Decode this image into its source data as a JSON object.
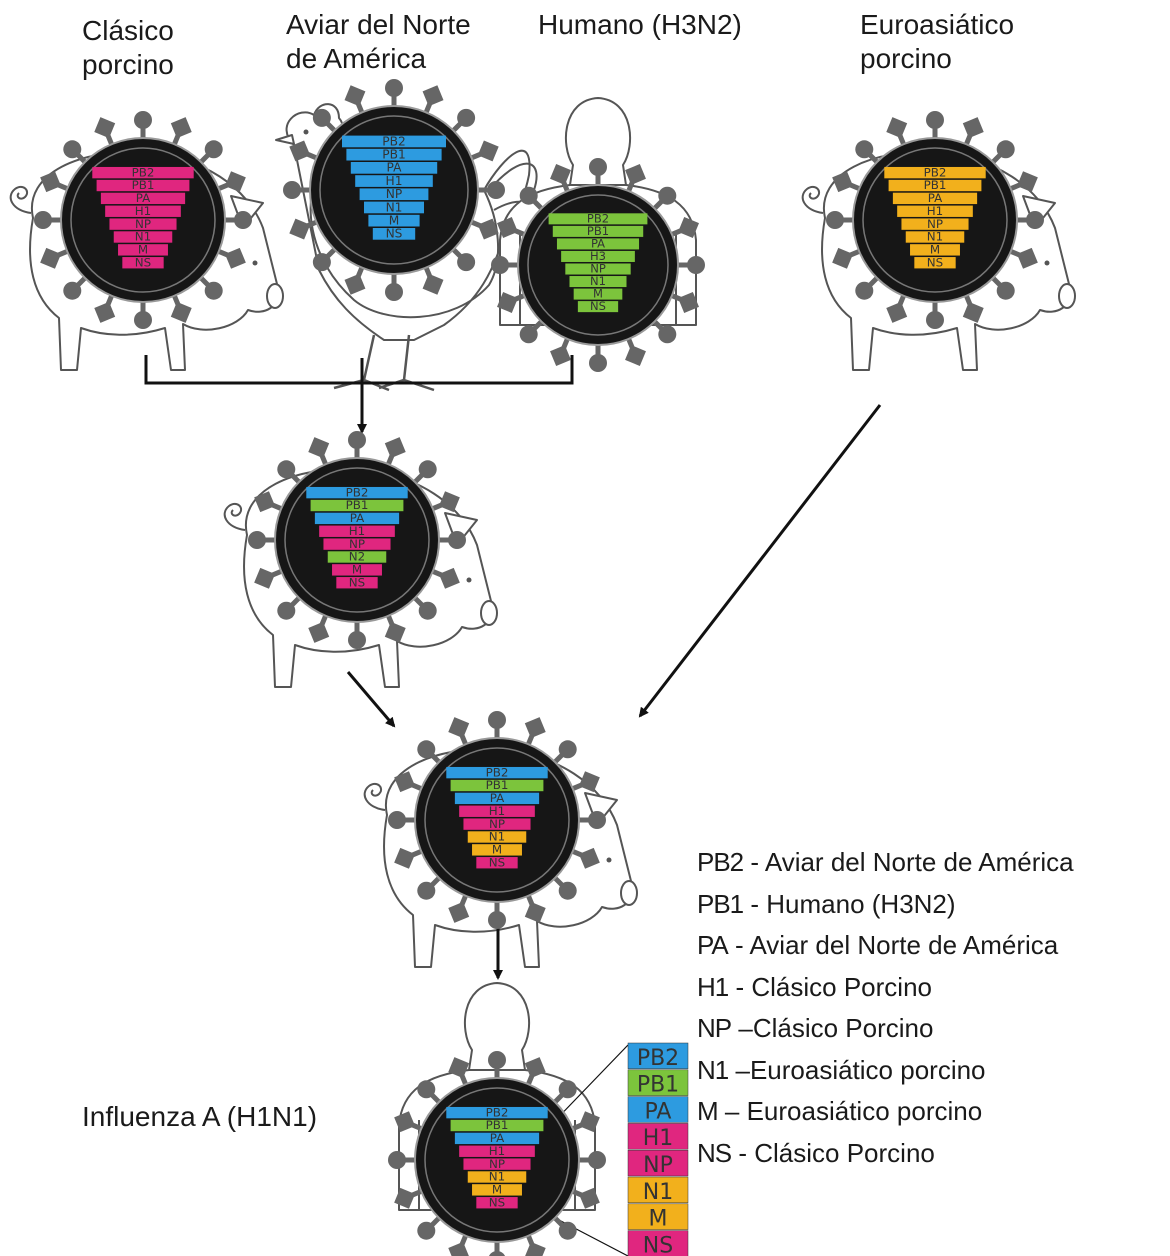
{
  "colors": {
    "avian_blue": "#2d9be0",
    "human_green": "#7cc43c",
    "classical_pink": "#e0267f",
    "eurasian_yellow": "#f2b01c",
    "capsid": "#161616",
    "spike": "#666666"
  },
  "titles": {
    "clasico": "Clásico\nporcino",
    "aviar": "Aviar del Norte\nde América",
    "humano": "Humano (H3N2)",
    "euro": "Euroasiático\nporcino",
    "result": "Influenza A (H1N1)"
  },
  "segments": [
    "PB2",
    "PB1",
    "PA",
    "H1",
    "NP",
    "N1",
    "M",
    "NS"
  ],
  "human_segments": [
    "PB2",
    "PB1",
    "PA",
    "H3",
    "NP",
    "N1",
    "M",
    "NS"
  ],
  "triple_segments": [
    "PB2",
    "PB1",
    "PA",
    "H1",
    "NP",
    "N2",
    "M",
    "NS"
  ],
  "legend": [
    {
      "code": "PB2",
      "sep": " - ",
      "origin": "Aviar del Norte de América",
      "color": "avian_blue"
    },
    {
      "code": "PB1",
      "sep": " - ",
      "origin": "Humano (H3N2)",
      "color": "human_green"
    },
    {
      "code": "PA",
      "sep": " - ",
      "origin": "Aviar del Norte de América",
      "color": "avian_blue"
    },
    {
      "code": "H1",
      "sep": " - ",
      "origin": "Clásico Porcino",
      "color": "classical_pink"
    },
    {
      "code": "NP",
      "sep": " –",
      "origin": "Clásico Porcino",
      "color": "classical_pink"
    },
    {
      "code": "N1",
      "sep": " –",
      "origin": "Euroasiático porcino",
      "color": "eurasian_yellow"
    },
    {
      "code": "M",
      "sep": " – ",
      "origin": "Euroasiático porcino",
      "color": "eurasian_yellow"
    },
    {
      "code": "NS",
      "sep": " - ",
      "origin": "Clásico Porcino",
      "color": "classical_pink"
    }
  ],
  "virions": [
    {
      "id": "clasico",
      "host": "pig",
      "segments": [
        "PB2",
        "PB1",
        "PA",
        "H1",
        "NP",
        "N1",
        "M",
        "NS"
      ],
      "colors": [
        "classical_pink",
        "classical_pink",
        "classical_pink",
        "classical_pink",
        "classical_pink",
        "classical_pink",
        "classical_pink",
        "classical_pink"
      ]
    },
    {
      "id": "aviar",
      "host": "rooster",
      "segments": [
        "PB2",
        "PB1",
        "PA",
        "H1",
        "NP",
        "N1",
        "M",
        "NS"
      ],
      "colors": [
        "avian_blue",
        "avian_blue",
        "avian_blue",
        "avian_blue",
        "avian_blue",
        "avian_blue",
        "avian_blue",
        "avian_blue"
      ]
    },
    {
      "id": "humano",
      "host": "human",
      "segments": [
        "PB2",
        "PB1",
        "PA",
        "H3",
        "NP",
        "N1",
        "M",
        "NS"
      ],
      "colors": [
        "human_green",
        "human_green",
        "human_green",
        "human_green",
        "human_green",
        "human_green",
        "human_green",
        "human_green"
      ]
    },
    {
      "id": "euro",
      "host": "pig",
      "segments": [
        "PB2",
        "PB1",
        "PA",
        "H1",
        "NP",
        "N1",
        "M",
        "NS"
      ],
      "colors": [
        "eurasian_yellow",
        "eurasian_yellow",
        "eurasian_yellow",
        "eurasian_yellow",
        "eurasian_yellow",
        "eurasian_yellow",
        "eurasian_yellow",
        "eurasian_yellow"
      ]
    },
    {
      "id": "triple",
      "host": "pig",
      "segments": [
        "PB2",
        "PB1",
        "PA",
        "H1",
        "NP",
        "N2",
        "M",
        "NS"
      ],
      "colors": [
        "avian_blue",
        "human_green",
        "avian_blue",
        "classical_pink",
        "classical_pink",
        "human_green",
        "classical_pink",
        "classical_pink"
      ]
    },
    {
      "id": "reassortant",
      "host": "pig",
      "segments": [
        "PB2",
        "PB1",
        "PA",
        "H1",
        "NP",
        "N1",
        "M",
        "NS"
      ],
      "colors": [
        "avian_blue",
        "human_green",
        "avian_blue",
        "classical_pink",
        "classical_pink",
        "eurasian_yellow",
        "eurasian_yellow",
        "classical_pink"
      ]
    },
    {
      "id": "h1n1",
      "host": "human",
      "segments": [
        "PB2",
        "PB1",
        "PA",
        "H1",
        "NP",
        "N1",
        "M",
        "NS"
      ],
      "colors": [
        "avian_blue",
        "human_green",
        "avian_blue",
        "classical_pink",
        "classical_pink",
        "eurasian_yellow",
        "eurasian_yellow",
        "classical_pink"
      ]
    }
  ],
  "stack": {
    "segments": [
      "PB2",
      "PB1",
      "PA",
      "H1",
      "NP",
      "N1",
      "M",
      "NS"
    ],
    "colors": [
      "avian_blue",
      "human_green",
      "avian_blue",
      "classical_pink",
      "classical_pink",
      "eurasian_yellow",
      "eurasian_yellow",
      "classical_pink"
    ]
  }
}
